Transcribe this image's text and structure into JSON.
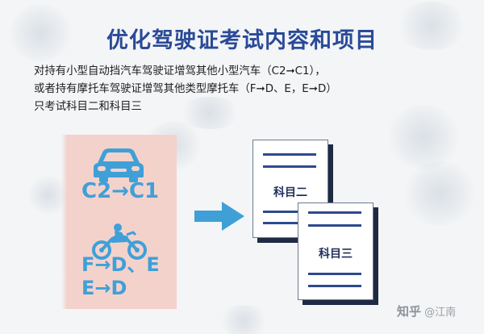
{
  "title": "优化驾驶证考试内容和项目",
  "intro": {
    "line1": "对持有小型自动挡汽车驾驶证增驾其他小型汽车（C2➞C1），",
    "line2": "或者持有摩托车驾驶证增驾其他类型摩托车（F➞D、E，E➞D）",
    "line3": "只考试科目二和科目三"
  },
  "car": {
    "icon": "car-icon",
    "label": "C2→C1"
  },
  "motorcycle": {
    "icon": "motorcycle-icon",
    "label_line1": "F→D、E",
    "label_line2": "E→D"
  },
  "arrow_icon": "right-arrow-icon",
  "documents": [
    {
      "icon": "document-icon",
      "label": "科目二"
    },
    {
      "icon": "document-icon",
      "label": "科目三"
    }
  ],
  "watermark": {
    "site": "知乎",
    "author": "@江南"
  },
  "colors": {
    "title": "#2a4a98",
    "accent_blue": "#3fa0d8",
    "panel_pink": "#f4d2cc",
    "doc_line": "#2d4a8e",
    "doc_shadow": "#1f2a44"
  }
}
